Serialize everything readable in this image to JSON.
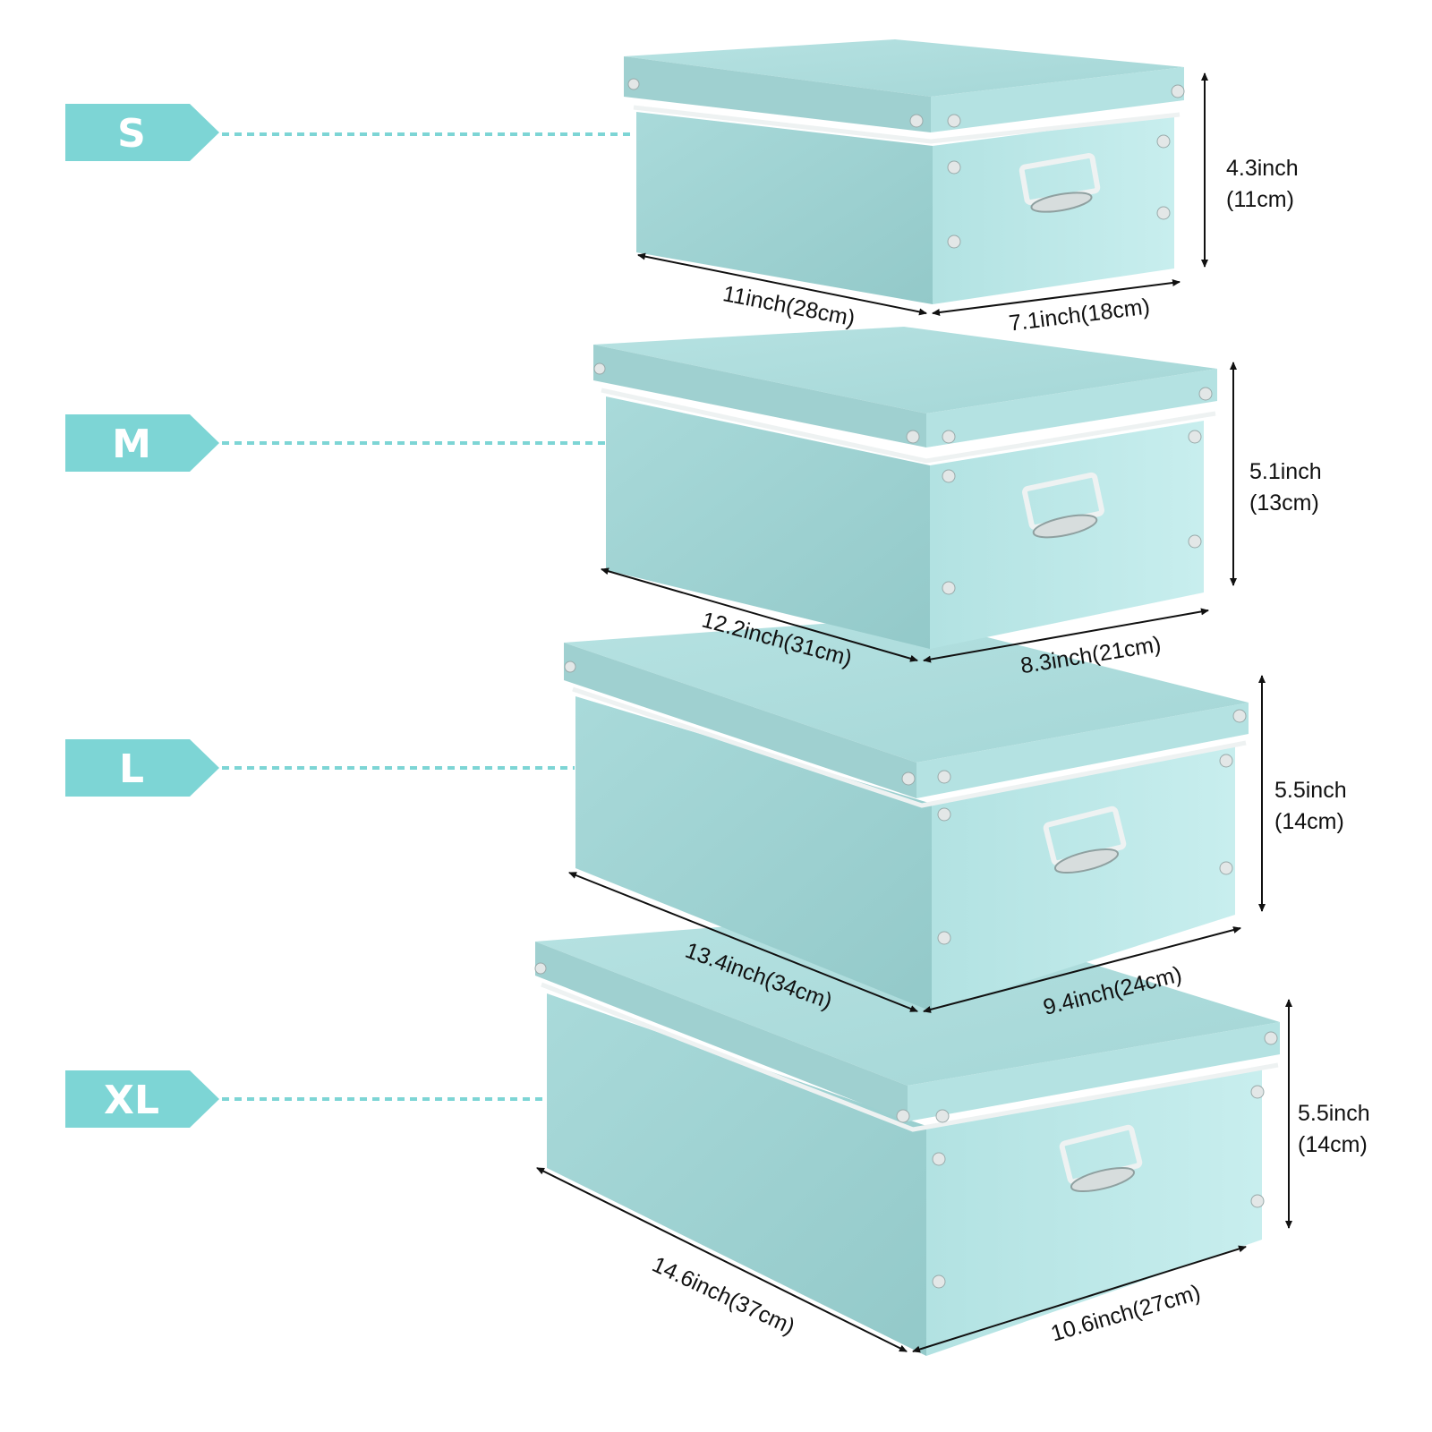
{
  "colors": {
    "tag": "#7dd5d5",
    "box_top": "#aadcdc",
    "box_front": "#9fd2d2",
    "box_side": "#b9e6e6",
    "metal": "#e8ecec",
    "line": "#111111"
  },
  "boxes": [
    {
      "size_label": "S",
      "length": "11inch(28cm)",
      "width": "7.1inch(18cm)",
      "height_in": "4.3inch",
      "height_cm": "(11cm)"
    },
    {
      "size_label": "M",
      "length": "12.2inch(31cm)",
      "width": "8.3inch(21cm)",
      "height_in": "5.1inch",
      "height_cm": "(13cm)"
    },
    {
      "size_label": "L",
      "length": "13.4inch(34cm)",
      "width": "9.4inch(24cm)",
      "height_in": "5.5inch",
      "height_cm": "(14cm)"
    },
    {
      "size_label": "XL",
      "length": "14.6inch(37cm)",
      "width": "10.6inch(27cm)",
      "height_in": "5.5inch",
      "height_cm": "(14cm)"
    }
  ]
}
